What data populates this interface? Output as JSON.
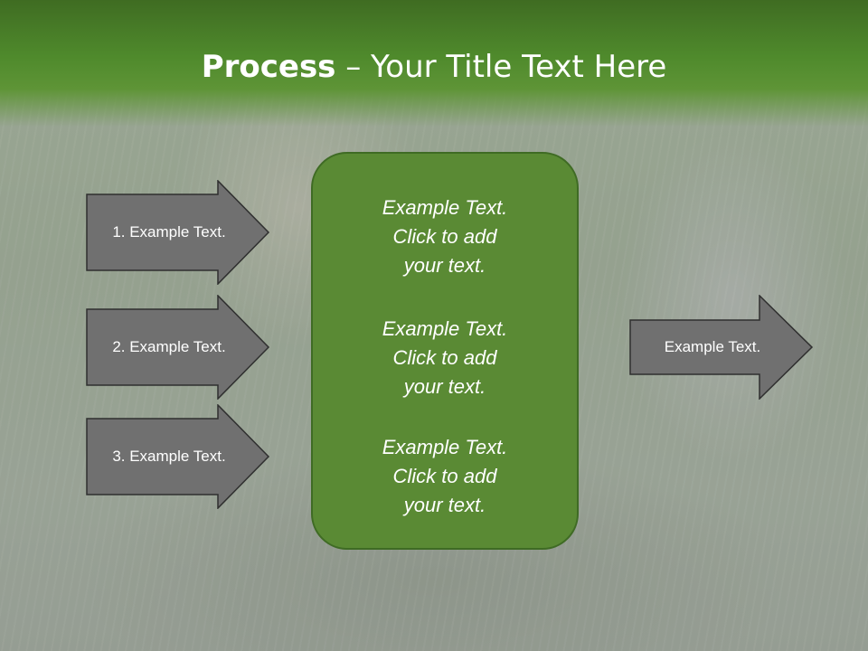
{
  "slide": {
    "title_bold": "Process",
    "title_rest": " – Your Title Text Here"
  },
  "left_arrows": [
    {
      "label": "1. Example Text."
    },
    {
      "label": "2. Example Text."
    },
    {
      "label": "3. Example Text."
    }
  ],
  "center_box": {
    "blocks": [
      {
        "lines": [
          "Example Text.",
          "Click  to add",
          "your text."
        ]
      },
      {
        "lines": [
          "Example Text.",
          "Click  to add",
          "your text."
        ]
      },
      {
        "lines": [
          "Example Text.",
          "Click  to add",
          "your text."
        ]
      }
    ]
  },
  "right_arrow": {
    "label": "Example Text."
  },
  "colors": {
    "header_green": "#4f8a2c",
    "box_green": "#5a8a34",
    "arrow_gray": "#707070"
  }
}
